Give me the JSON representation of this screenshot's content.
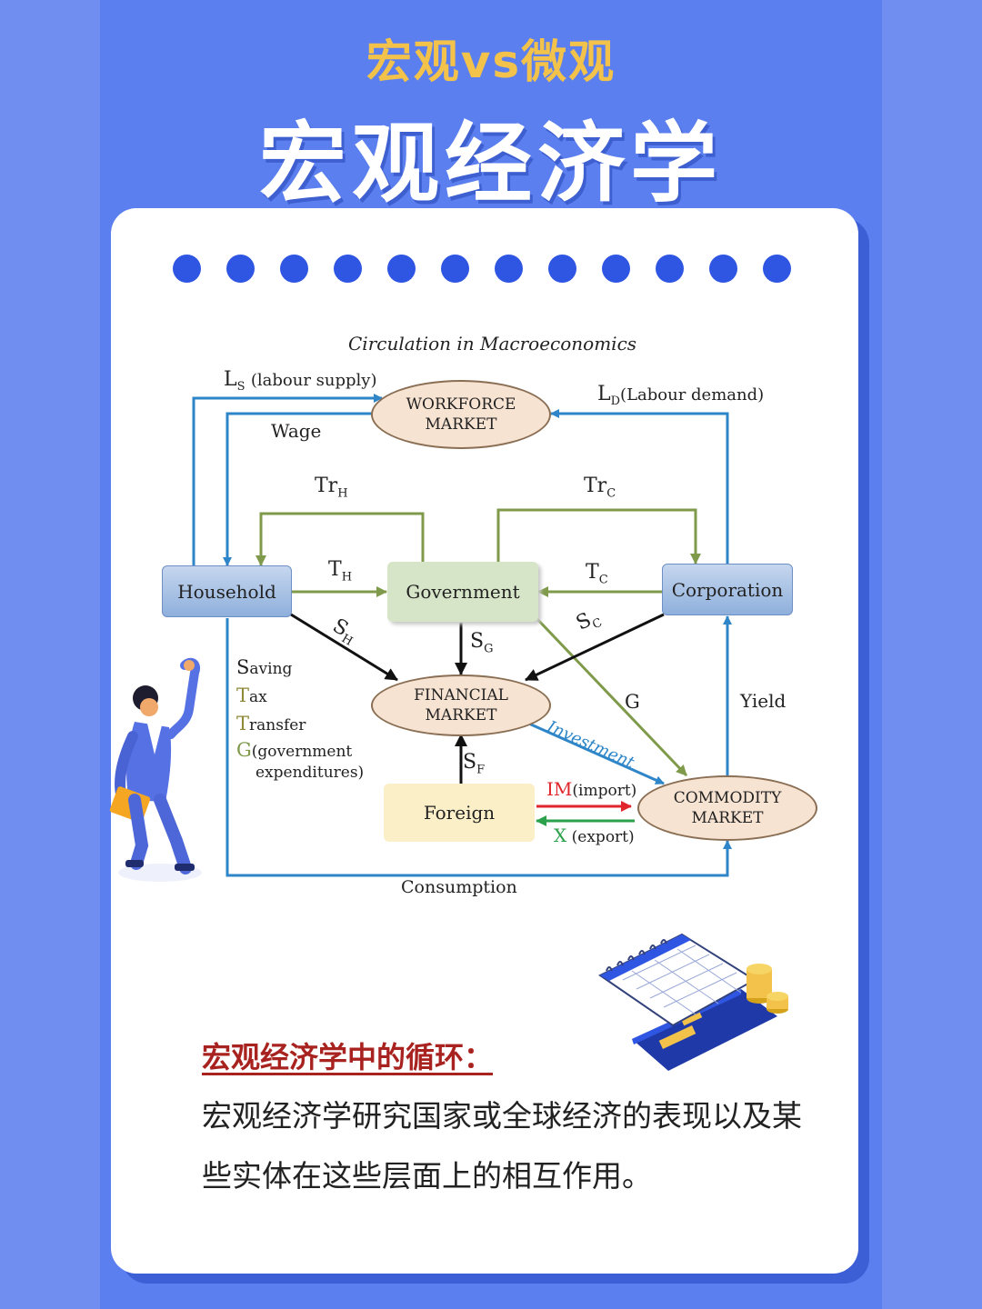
{
  "header": {
    "subtitle": "宏观vs微观",
    "title": "宏观经济学"
  },
  "diagram": {
    "caption": "Circulation in Macroeconomics",
    "nodes": {
      "household": "Household",
      "government": "Government",
      "corporation": "Corporation",
      "foreign": "Foreign",
      "workforce_market": "WORKFORCE\nMARKET",
      "financial_market": "FINANCIAL\nMARKET",
      "commodity_market": "COMMODITY\nMARKET"
    },
    "flows": {
      "ls_main": "L",
      "ls_sub": "S",
      "ls_text": "(labour supply)",
      "ld_main": "L",
      "ld_sub": "D",
      "ld_text": "(Labour demand)",
      "wage": "Wage",
      "trh_main": "Tr",
      "trh_sub": "H",
      "trc_main": "Tr",
      "trc_sub": "C",
      "th_main": "T",
      "th_sub": "H",
      "tc_main": "T",
      "tc_sub": "C",
      "sh_main": "S",
      "sh_sub": "H",
      "sc_main": "S",
      "sc_sub": "C",
      "sg_main": "S",
      "sg_sub": "G",
      "sf_main": "S",
      "sf_sub": "F",
      "g": "G",
      "yield": "Yield",
      "investment": "Investment",
      "im_main": "IM",
      "im_text": "(import)",
      "x_main": "X",
      "x_text": "(export)",
      "consumption": "Consumption"
    },
    "legend": {
      "saving_first": "S",
      "saving_rest": "aving",
      "tax_first": "T",
      "tax_rest": "ax",
      "transfer_first": "T",
      "transfer_rest": "ransfer",
      "g_first": "G",
      "g_rest": "(government",
      "g_line2": "expenditures)"
    },
    "colors": {
      "blue_flow": "#2e86c8",
      "green_flow": "#7f9a4a",
      "black_flow": "#111111",
      "import_red": "#e0262a",
      "export_green": "#2aa14a"
    }
  },
  "text_section": {
    "heading": "宏观经济学中的循环：",
    "body": "宏观经济学研究国家或全球经济的表现以及某些实体在这些层面上的相互作用。"
  },
  "icons": [
    "person-with-folder-illustration",
    "calendar-coins-card-illustration"
  ]
}
